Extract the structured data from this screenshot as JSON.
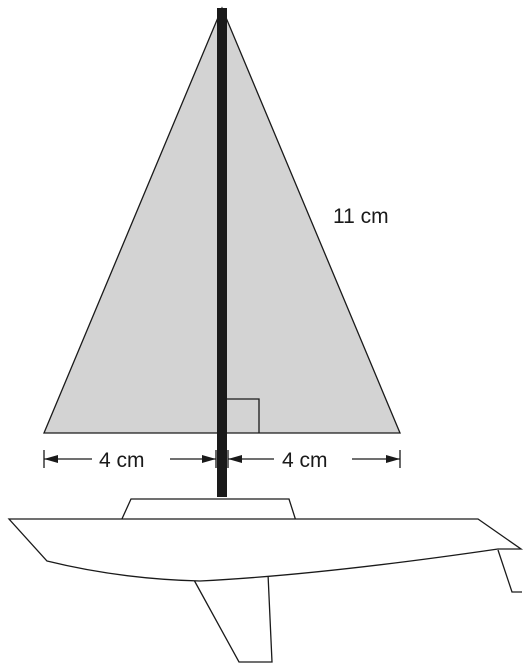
{
  "diagram": {
    "side_label": "11 cm",
    "left_base_label": "4 cm",
    "right_base_label": "4 cm",
    "colors": {
      "sail_fill": "#d3d3d3",
      "mast": "#1a1a1a",
      "outline": "#1a1a1a",
      "background": "#ffffff"
    },
    "icons": [
      "sailboat",
      "right-angle-marker"
    ]
  }
}
